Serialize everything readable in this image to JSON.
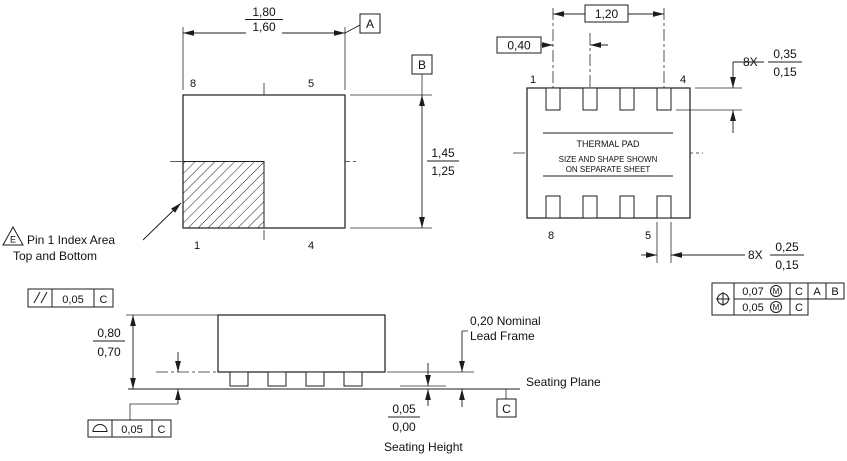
{
  "top": {
    "width_max": "1,80",
    "width_min": "1,60",
    "height_max": "1,45",
    "height_min": "1,25",
    "datum_a": "A",
    "datum_b": "B",
    "pin_tl": "8",
    "pin_tr": "5",
    "pin_bl": "1",
    "pin_br": "4",
    "flag": "E",
    "note1": "Pin 1 Index Area",
    "note2": "Top and Bottom"
  },
  "bottom": {
    "span": "1,20",
    "pitch": "0,40",
    "leadw_count": "8X",
    "leadw_max": "0,35",
    "leadw_min": "0,15",
    "leadl_count": "8X",
    "leadl_max": "0,25",
    "leadl_min": "0,15",
    "pin_tl": "1",
    "pin_tr": "4",
    "pin_bl": "8",
    "pin_br": "5",
    "pad1": "THERMAL PAD",
    "pad2": "SIZE AND SHAPE SHOWN",
    "pad3": "ON SEPARATE SHEET"
  },
  "fcf": {
    "r1_tol": "0,07",
    "r1_mod": "M",
    "r1_d1": "C",
    "r1_d2": "A",
    "r1_d3": "B",
    "r2_tol": "0,05",
    "r2_mod": "M",
    "r2_d1": "C"
  },
  "side": {
    "h_max": "0,80",
    "h_min": "0,70",
    "par_tol": "0,05",
    "par_datum": "C",
    "prof_tol": "0,05",
    "prof_datum": "C",
    "lf1": "0,20 Nominal",
    "lf2": "Lead Frame",
    "seating_plane": "Seating Plane",
    "sh_max": "0,05",
    "sh_min": "0,00",
    "sh_label": "Seating Height",
    "datum_c": "C"
  }
}
